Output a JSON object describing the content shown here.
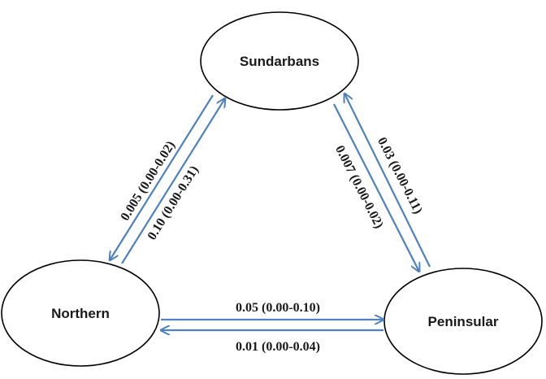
{
  "nodes": {
    "sundarbans": "Sundarbans",
    "northern": "Northern",
    "peninsular": "Peninsular"
  },
  "edges": {
    "sundarbans_to_northern": "0.005 (0.00-0.02)",
    "northern_to_sundarbans": "0.10 (0.00-0.31)",
    "sundarbans_to_peninsular": "0.007 (0.00-0.02)",
    "peninsular_to_sundarbans": "0.03 (0.00-0.11)",
    "northern_to_peninsular": "0.05 (0.00-0.10)",
    "peninsular_to_northern": "0.01 (0.00-0.04)"
  },
  "colors": {
    "arrow": "#4f81bd",
    "ellipse_stroke": "#000000"
  }
}
